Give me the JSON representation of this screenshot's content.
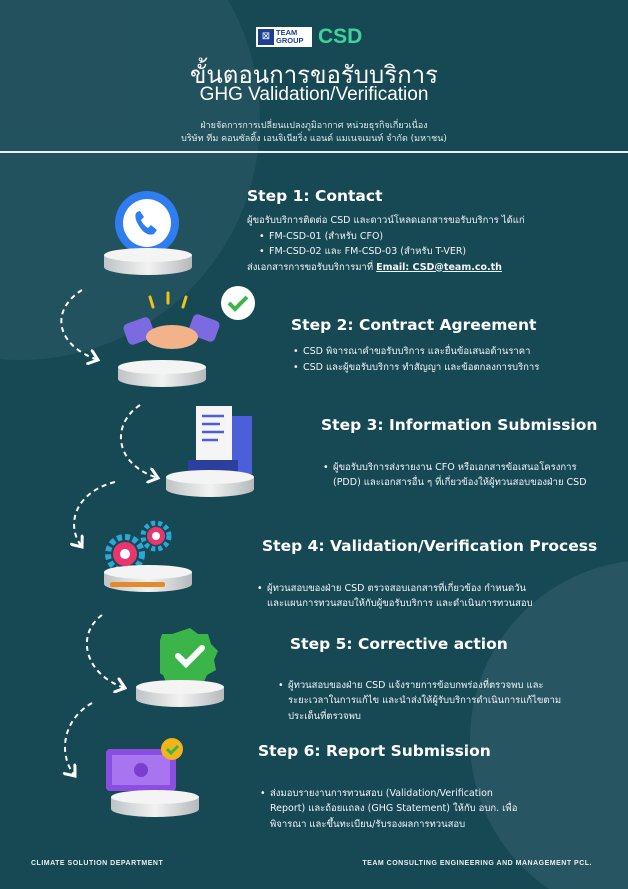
{
  "header": {
    "logo_text": "TEAM GROUP",
    "logo_badge": "CSD",
    "title_th": "ขั้นตอนการขอรับบริการ",
    "title_en": "GHG Validation/Verification",
    "subtitle_1": "ฝ่ายจัดการการเปลี่ยนแปลงภูมิอากาศ หน่วยธุรกิจเกี่ยวเนื่อง",
    "subtitle_2": "บริษัท ทีม คอนซัลติ้ง เอนจิเนียริ่ง แอนด์ แมเนจเมนท์ จำกัด (มหาชน)"
  },
  "steps": [
    {
      "title": "Step 1: Contact",
      "intro": "ผู้ขอรับบริการติดต่อ CSD และดาวน์โหลดเอกสารขอรับบริการ ได้แก่",
      "bullets": [
        "FM-CSD-01 (สำหรับ CFO)",
        "FM-CSD-02 และ FM-CSD-03 (สำหรับ T-VER)"
      ],
      "outro": "ส่งเอกสารการขอรับบริการมาที่",
      "email": "Email: CSD@team.co.th",
      "icon": "phone-icon"
    },
    {
      "title": "Step 2: Contract Agreement",
      "bullets": [
        "CSD พิจารณาคำขอรับบริการ และยื่นข้อเสนอด้านราคา",
        "CSD และผู้ขอรับบริการ ทำสัญญา และข้อตกลงการบริการ"
      ],
      "icon": "handshake-icon"
    },
    {
      "title": "Step 3: Information Submission",
      "bullets": [
        "ผู้ขอรับบริการส่งรายงาน CFO หรือเอกสารข้อเสนอโครงการ\n(PDD) และเอกสารอื่น ๆ ที่เกี่ยวข้องให้ผู้ทวนสอบของฝ่าย CSD"
      ],
      "icon": "documents-icon"
    },
    {
      "title": "Step 4: Validation/Verification Process",
      "bullets": [
        "ผู้ทวนสอบของฝ่าย CSD ตรวจสอบเอกสารที่เกี่ยวข้อง กำหนดวัน\nและแผนการทวนสอบให้กับผู้ขอรับบริการ และดำเนินการทวนสอบ"
      ],
      "icon": "gears-icon"
    },
    {
      "title": "Step 5: Corrective action",
      "bullets": [
        "ผู้ทวนสอบของฝ่าย CSD แจ้งรายการข้อบกพร่องที่ตรวจพบ และ\nระยะเวลาในการแก้ไข และนำส่งให้ผู้รับบริการดำเนินการแก้ไขตาม\nประเด็นที่ตรวจพบ"
      ],
      "icon": "check-badge-icon"
    },
    {
      "title": "Step 6: Report Submission",
      "bullets": [
        "ส่งมอบรายงานการทวนสอบ (Validation/Verification\nReport) และถ้อยแถลง (GHG Statement) ให้กับ อบก. เพื่อ\nพิจารณา และขึ้นทะเบียน/รับรองผลการทวนสอบ"
      ],
      "icon": "certificate-icon"
    }
  ],
  "footer": {
    "left": "CLIMATE SOLUTION DEPARTMENT",
    "right": "TEAM CONSULTING ENGINEERING AND MANAGEMENT PCL."
  },
  "colors": {
    "background": "#174955",
    "accent": "#3fd39a",
    "phone": "#2f7df0",
    "check": "#3bb54a",
    "gear": "#e8366e",
    "doc": "#4a5fd8",
    "certificate": "#8a4fe0"
  }
}
